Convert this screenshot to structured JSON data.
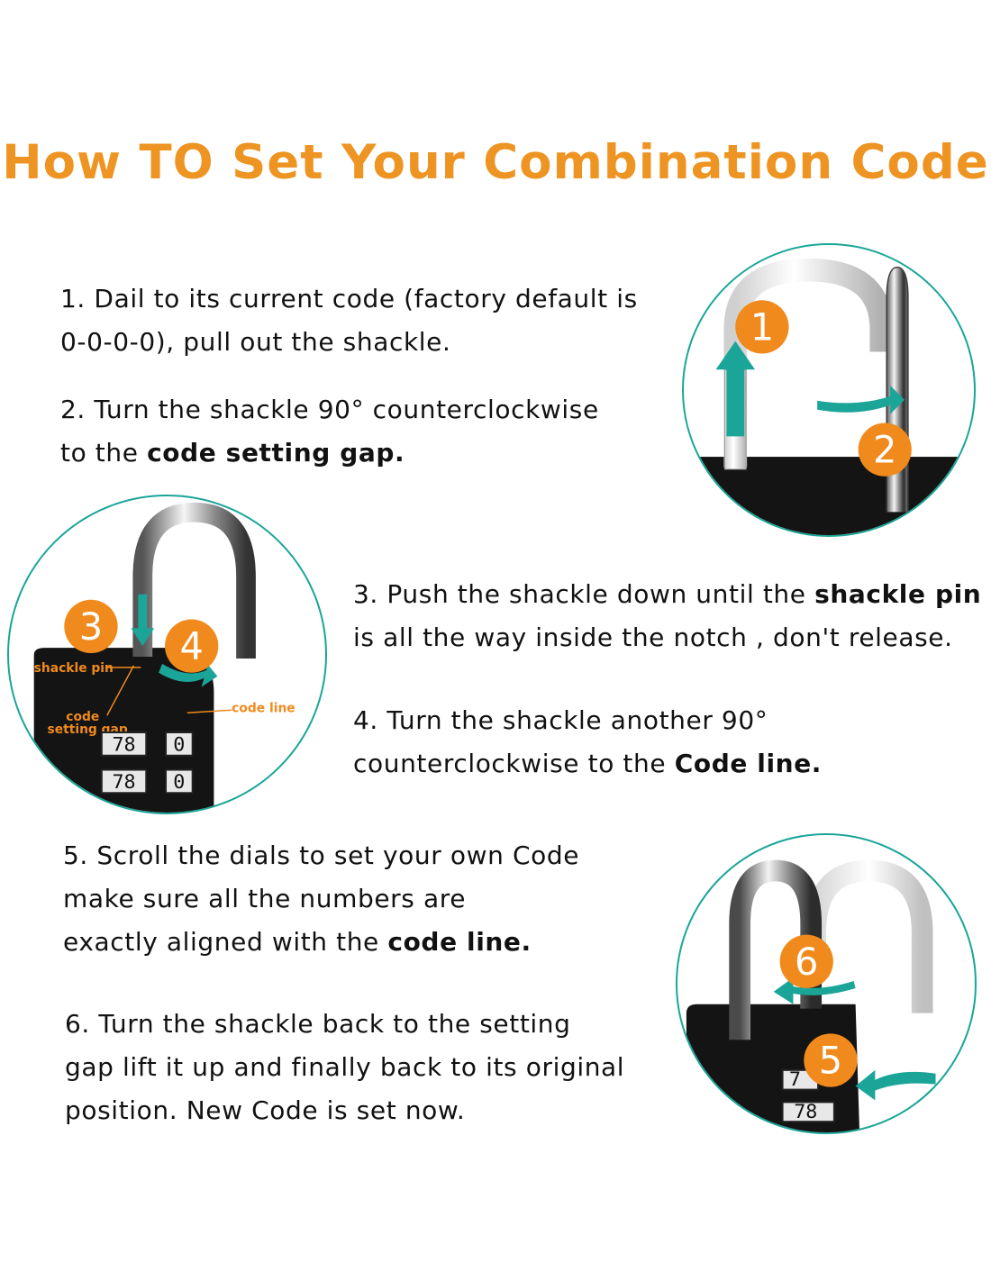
{
  "title": "How TO Set Your Combination Code",
  "steps": {
    "s1": {
      "l1": "1. Dail to its current code (factory default is",
      "l2": "0-0-0-0), pull out the shackle."
    },
    "s2": {
      "l1": "2. Turn the shackle 90° counterclockwise",
      "l2_pre": "to the ",
      "l2_bold": "code setting gap."
    },
    "s3": {
      "l1_pre": "3. Push the shackle down until the ",
      "l1_bold": "shackle pin",
      "l2": "is all the way inside the notch , don't release."
    },
    "s4": {
      "l1": "4. Turn the shackle another 90°",
      "l2_pre": "counterclockwise to the ",
      "l2_bold": "Code line."
    },
    "s5": {
      "l1": "5. Scroll the dials to set your own Code",
      "l2": "make sure all the numbers are",
      "l3_pre": "exactly aligned with the ",
      "l3_bold": "code line."
    },
    "s6": {
      "l1": "6. Turn the shackle back to the setting",
      "l2": "gap lift it up and finally back to its original",
      "l3": "position. New Code is set now."
    }
  },
  "figures": {
    "fig1": {
      "badges": [
        "1",
        "2"
      ]
    },
    "fig2": {
      "badges": [
        "3",
        "4"
      ],
      "labels": {
        "shackle_pin": "shackle pin",
        "code_line": "code line",
        "code_setting_gap_1": "code",
        "code_setting_gap_2": "setting gap"
      },
      "dials": {
        "row1_a": "78",
        "row1_b": "0",
        "row2_a": "78",
        "row2_b": "0"
      }
    },
    "fig3": {
      "badges": [
        "6",
        "5"
      ],
      "dials": {
        "row1": "7",
        "row2": "78"
      }
    }
  },
  "colors": {
    "title": "#ee9422",
    "badge": "#f08a1c",
    "ring": "#1aa598",
    "arrow": "#1aa598",
    "lock_body": "#141414"
  }
}
